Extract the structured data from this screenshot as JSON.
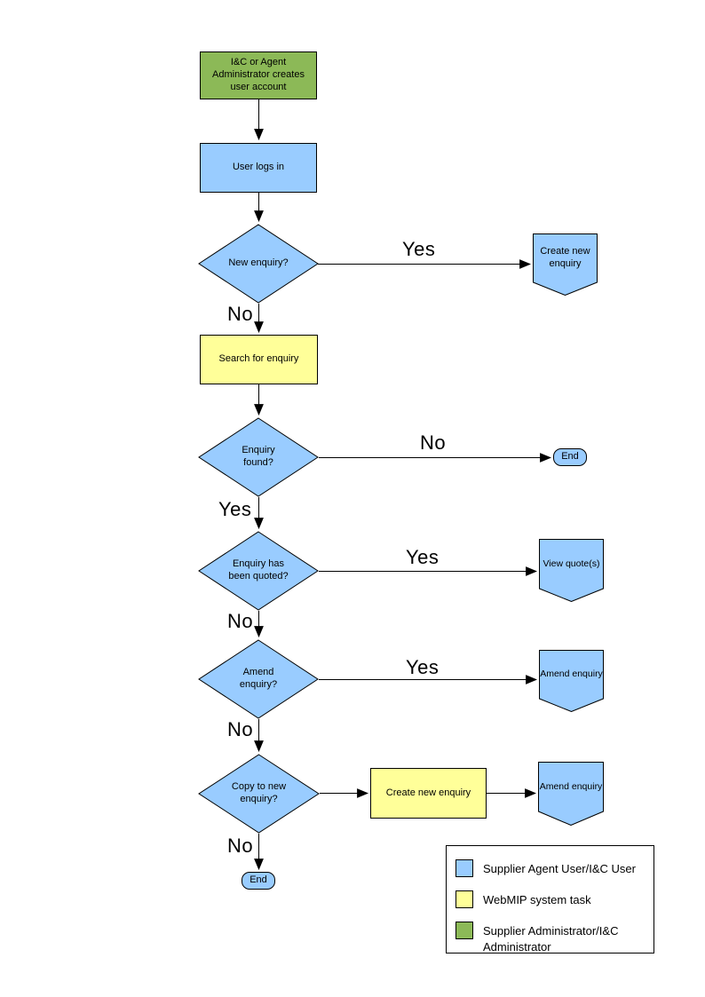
{
  "flowchart": {
    "title_hint": "WebMIP enquiry process flowchart",
    "colors": {
      "user_task": "#99CCFF",
      "system_task": "#FFFF99",
      "admin_task": "#8CB957",
      "outline": "#000000"
    },
    "nodes": {
      "admin": {
        "label": "I&C or Agent Administrator creates user account",
        "type": "process",
        "role": "admin"
      },
      "login": {
        "label": "User logs in",
        "type": "process",
        "role": "user"
      },
      "new_enquiry": {
        "label": "New enquiry?",
        "type": "decision",
        "role": "user"
      },
      "create_enquiry_ref": {
        "label": "Create new enquiry",
        "type": "off-page-connector",
        "role": "user"
      },
      "search": {
        "label": "Search for enquiry",
        "type": "process",
        "role": "system"
      },
      "found": {
        "label": "Enquiry found?",
        "type": "decision",
        "role": "user"
      },
      "end_top": {
        "label": "End",
        "type": "terminator",
        "role": "user"
      },
      "quoted": {
        "label": "Enquiry has been quoted?",
        "type": "decision",
        "role": "user"
      },
      "view_quotes": {
        "label": "View quote(s)",
        "type": "off-page-connector",
        "role": "user"
      },
      "amend": {
        "label": "Amend enquiry?",
        "type": "decision",
        "role": "user"
      },
      "amend_ref_1": {
        "label": "Amend enquiry",
        "type": "off-page-connector",
        "role": "user"
      },
      "copy": {
        "label": "Copy to new enquiry?",
        "type": "decision",
        "role": "user"
      },
      "create_task": {
        "label": "Create new enquiry",
        "type": "process",
        "role": "system"
      },
      "amend_ref_2": {
        "label": "Amend enquiry",
        "type": "off-page-connector",
        "role": "user"
      },
      "end_bottom": {
        "label": "End",
        "type": "terminator",
        "role": "user"
      }
    },
    "edge_labels": {
      "new_enquiry_yes": "Yes",
      "new_enquiry_no": "No",
      "found_no": "No",
      "found_yes": "Yes",
      "quoted_yes": "Yes",
      "quoted_no": "No",
      "amend_yes": "Yes",
      "amend_no": "No",
      "copy_no": "No"
    }
  },
  "legend": {
    "items": [
      {
        "color": "#99CCFF",
        "label": "Supplier Agent User/I&C User"
      },
      {
        "color": "#FFFF99",
        "label": "WebMIP system task"
      },
      {
        "color": "#8CB957",
        "label": "Supplier Administrator/I&C Administrator"
      }
    ]
  }
}
